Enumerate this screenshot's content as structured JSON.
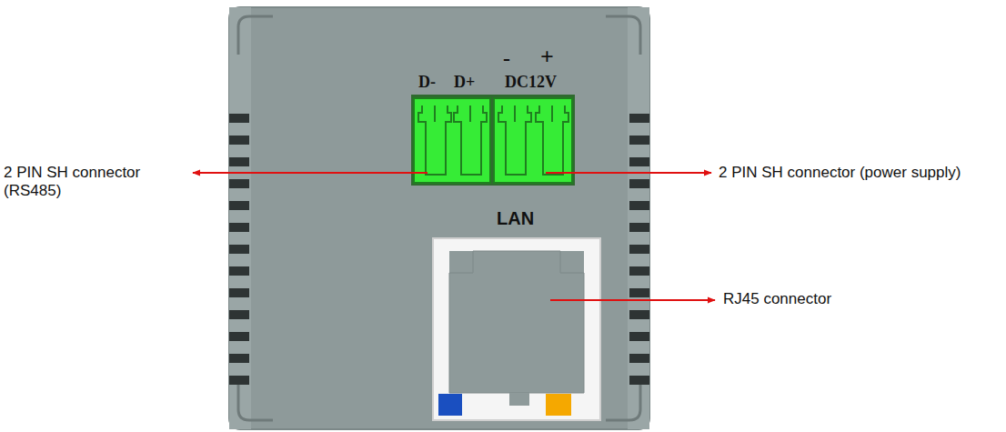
{
  "diagram": {
    "labels": [
      "2 PIN SH connector (RS485)",
      "D-",
      "D+",
      "-",
      "+",
      "DC12V",
      "2 PIN SH connector (power supply)",
      "LAN",
      "RJ45 connector"
    ]
  }
}
